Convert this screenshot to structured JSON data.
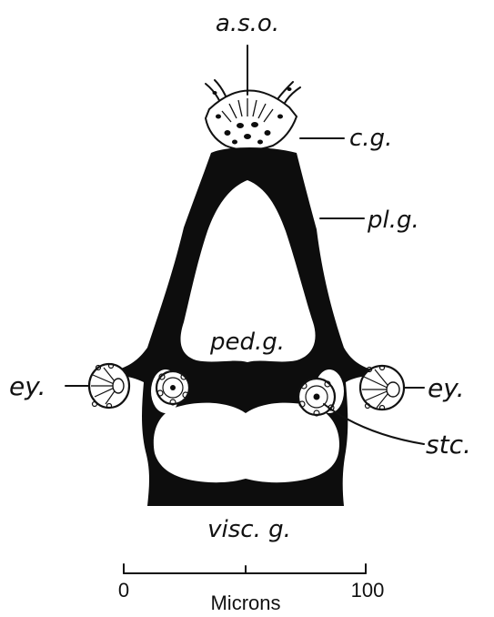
{
  "labels": {
    "aso": "a.s.o.",
    "cg": "c.g.",
    "plg": "pl.g.",
    "pedg": "ped.g.",
    "ey_left": "ey.",
    "ey_right": "ey.",
    "stc": "stc.",
    "viscg": "visc. g."
  },
  "scale_bar": {
    "min_label": "0",
    "max_label": "100",
    "unit_label": "Microns"
  }
}
